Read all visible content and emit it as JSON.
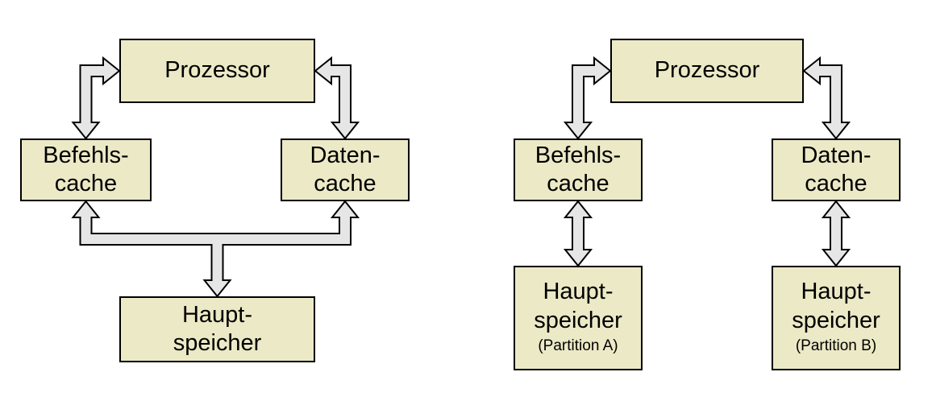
{
  "colors": {
    "background": "#ffffff",
    "box_fill": "#ece9c6",
    "box_border": "#000000",
    "arrow_fill": "#e6e6e6",
    "arrow_stroke": "#000000"
  },
  "left_diagram": {
    "processor": "Prozessor",
    "instruction_cache": {
      "line1": "Befehls-",
      "line2": "cache"
    },
    "data_cache": {
      "line1": "Daten-",
      "line2": "cache"
    },
    "main_memory": {
      "line1": "Haupt-",
      "line2": "speicher"
    }
  },
  "right_diagram": {
    "processor": "Prozessor",
    "instruction_cache": {
      "line1": "Befehls-",
      "line2": "cache"
    },
    "data_cache": {
      "line1": "Daten-",
      "line2": "cache"
    },
    "main_memory_a": {
      "line1": "Haupt-",
      "line2": "speicher",
      "partition": "(Partition A)"
    },
    "main_memory_b": {
      "line1": "Haupt-",
      "line2": "speicher",
      "partition": "(Partition B)"
    }
  }
}
